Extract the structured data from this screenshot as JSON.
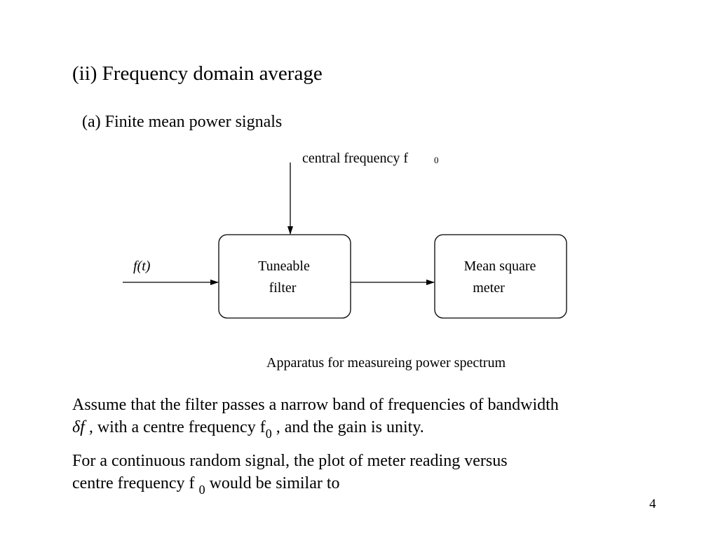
{
  "slide": {
    "heading": "(ii) Frequency domain average",
    "subheading": "(a) Finite mean power signals",
    "page_number": "4"
  },
  "diagram": {
    "control_input_label": "central frequency f",
    "control_input_subscript": "0",
    "signal_input_label": "f(t)",
    "block_filter_line1": "Tuneable",
    "block_filter_line2": "filter",
    "block_meter_line1": "Mean square",
    "block_meter_line2": "meter",
    "caption": "Apparatus for measureing power spectrum"
  },
  "paragraph1": {
    "line1": "Assume that the filter passes a narrow band of frequencies of bandwidth",
    "symbol": "δf ,",
    "line2_part1": " with a centre frequency f",
    "subscript": "0",
    "line2_part2": "   , and the gain is unity."
  },
  "paragraph2": {
    "line1": "For a continuous random signal,  the plot of meter  reading versus",
    "line2_part1": "centre frequency f",
    "subscript": "0",
    "line2_part2": "   would be  similar to"
  }
}
